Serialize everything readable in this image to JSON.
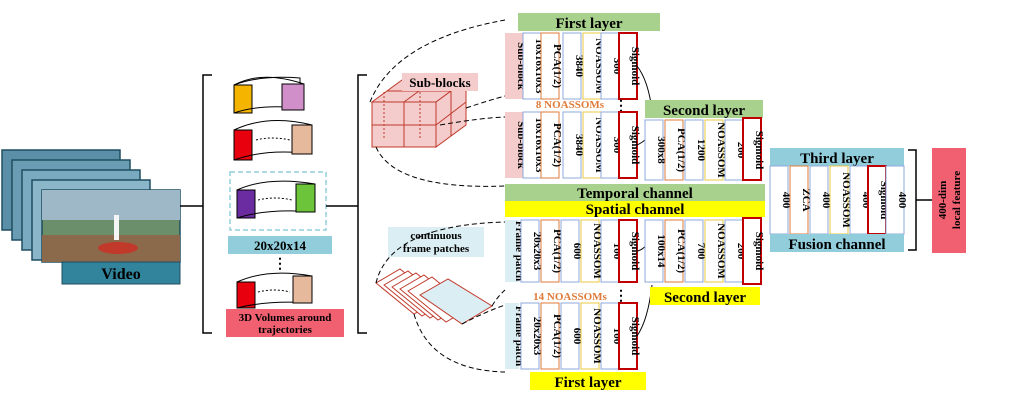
{
  "video": {
    "label": "Video"
  },
  "volumes": {
    "size_label": "20x20x14",
    "ellipsis": "⋮",
    "caption_line1": "3D Volumes around",
    "caption_line2": "trajectories"
  },
  "temporal": {
    "subblocks_label": "Sub-blocks",
    "group_label": "8 NOASSOMs",
    "first_layer_title": "First layer",
    "row_label": "Sub-block",
    "row_cells": [
      "16x16x10x3",
      "PCA(1/2)",
      "3840",
      "NOASSOM",
      "300",
      "Sigmoid"
    ],
    "second_layer_title": "Second layer",
    "second_layer_cells": [
      "300x8",
      "PCA(1/2)",
      "1200",
      "NOASSOM",
      "200",
      "Sigmoid"
    ],
    "channel_label": "Temporal channel"
  },
  "spatial": {
    "channel_label": "Spatial channel",
    "patches_line1": "continuous",
    "patches_line2": "frame patches",
    "group_label": "14 NOASSOMs",
    "row_label": "Frame patch",
    "row_cells": [
      "20x20x3",
      "PCA(1/2)",
      "600",
      "NOASSOM",
      "100",
      "Sigmoid"
    ],
    "first_layer_title": "First layer",
    "second_layer_title": "Second layer",
    "second_layer_cells": [
      "100x14",
      "PCA(1/2)",
      "700",
      "NOASSOM",
      "200",
      "Sigmoid"
    ]
  },
  "fusion": {
    "third_layer_title": "Third layer",
    "cells": [
      "400",
      "ZCA",
      "400",
      "NOASSOM",
      "400",
      "Sigmoid",
      "400"
    ],
    "channel_label": "Fusion channel"
  },
  "output": {
    "line1": "400-dim",
    "line2": "local feature"
  },
  "colors": {
    "green_bar": "#a9d18e",
    "yellow_bar": "#ffff00",
    "cyan_bar": "#92cddc",
    "pink_label": "#f4cccc",
    "red_box": "#f06070",
    "box_blue": "#8ea9db",
    "box_orange": "#e07b39",
    "box_red": "#c00000",
    "volume_box": "#92cddc",
    "video_teal": "#31849b",
    "orange_text": "#e07b39"
  }
}
